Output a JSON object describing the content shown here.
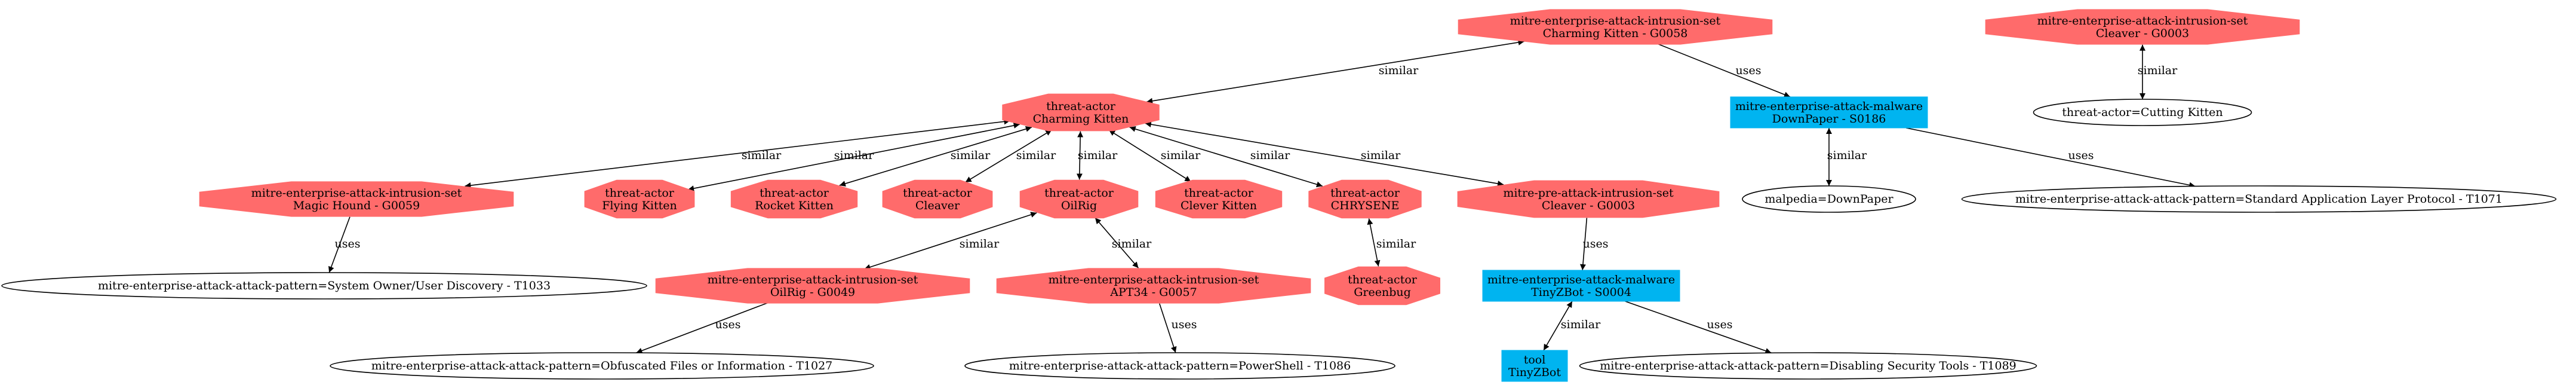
{
  "graph": {
    "nodes": [
      {
        "id": "n_ck_g0058",
        "shape": "octagon",
        "line1": "mitre-enterprise-attack-intrusion-set",
        "line2": "Charming Kitten - G0058"
      },
      {
        "id": "n_cleaver_g0003a",
        "shape": "octagon",
        "line1": "mitre-enterprise-attack-intrusion-set",
        "line2": "Cleaver - G0003"
      },
      {
        "id": "n_ta_charming",
        "shape": "octagon",
        "line1": "threat-actor",
        "line2": "Charming Kitten"
      },
      {
        "id": "n_downpaper",
        "shape": "box",
        "line1": "mitre-enterprise-attack-malware",
        "line2": "DownPaper - S0186"
      },
      {
        "id": "n_cutting",
        "shape": "ellipse",
        "line1": "threat-actor=Cutting Kitten",
        "line2": ""
      },
      {
        "id": "n_magic",
        "shape": "octagon",
        "line1": "mitre-enterprise-attack-intrusion-set",
        "line2": "Magic Hound - G0059"
      },
      {
        "id": "n_flying",
        "shape": "octagon",
        "line1": "threat-actor",
        "line2": "Flying Kitten"
      },
      {
        "id": "n_rocket",
        "shape": "octagon",
        "line1": "threat-actor",
        "line2": "Rocket Kitten"
      },
      {
        "id": "n_cleaver_ta",
        "shape": "octagon",
        "line1": "threat-actor",
        "line2": "Cleaver"
      },
      {
        "id": "n_oilrig_ta",
        "shape": "octagon",
        "line1": "threat-actor",
        "line2": "OilRig"
      },
      {
        "id": "n_clever",
        "shape": "octagon",
        "line1": "threat-actor",
        "line2": "Clever Kitten"
      },
      {
        "id": "n_chrysene",
        "shape": "octagon",
        "line1": "threat-actor",
        "line2": "CHRYSENE"
      },
      {
        "id": "n_pre_cleaver",
        "shape": "octagon",
        "line1": "mitre-pre-attack-intrusion-set",
        "line2": "Cleaver - G0003"
      },
      {
        "id": "n_malpedia",
        "shape": "ellipse",
        "line1": "malpedia=DownPaper",
        "line2": ""
      },
      {
        "id": "n_t1071",
        "shape": "ellipse",
        "line1": "mitre-enterprise-attack-attack-pattern=Standard Application Layer Protocol - T1071",
        "line2": ""
      },
      {
        "id": "n_t1033",
        "shape": "ellipse",
        "line1": "mitre-enterprise-attack-attack-pattern=System Owner/User Discovery - T1033",
        "line2": ""
      },
      {
        "id": "n_oilrig_g0049",
        "shape": "octagon",
        "line1": "mitre-enterprise-attack-intrusion-set",
        "line2": "OilRig - G0049"
      },
      {
        "id": "n_apt34",
        "shape": "octagon",
        "line1": "mitre-enterprise-attack-intrusion-set",
        "line2": "APT34 - G0057"
      },
      {
        "id": "n_greenbug",
        "shape": "octagon",
        "line1": "threat-actor",
        "line2": "Greenbug"
      },
      {
        "id": "n_tinyzbot_mal",
        "shape": "box",
        "line1": "mitre-enterprise-attack-malware",
        "line2": "TinyZBot - S0004"
      },
      {
        "id": "n_t1027",
        "shape": "ellipse",
        "line1": "mitre-enterprise-attack-attack-pattern=Obfuscated Files or Information - T1027",
        "line2": ""
      },
      {
        "id": "n_t1086",
        "shape": "ellipse",
        "line1": "mitre-enterprise-attack-attack-pattern=PowerShell - T1086",
        "line2": ""
      },
      {
        "id": "n_tool_tinyzbot",
        "shape": "box",
        "line1": "tool",
        "line2": "TinyZBot"
      },
      {
        "id": "n_t1089",
        "shape": "ellipse",
        "line1": "mitre-enterprise-attack-attack-pattern=Disabling Security Tools - T1089",
        "line2": ""
      }
    ],
    "edges": [
      {
        "from": "n_ck_g0058",
        "to": "n_ta_charming",
        "label": "similar",
        "both": true
      },
      {
        "from": "n_ck_g0058",
        "to": "n_downpaper",
        "label": "uses",
        "both": false
      },
      {
        "from": "n_cleaver_g0003a",
        "to": "n_cutting",
        "label": "similar",
        "both": true
      },
      {
        "from": "n_ta_charming",
        "to": "n_magic",
        "label": "similar",
        "both": true
      },
      {
        "from": "n_ta_charming",
        "to": "n_flying",
        "label": "similar",
        "both": true
      },
      {
        "from": "n_ta_charming",
        "to": "n_rocket",
        "label": "similar",
        "both": true
      },
      {
        "from": "n_ta_charming",
        "to": "n_cleaver_ta",
        "label": "similar",
        "both": true
      },
      {
        "from": "n_ta_charming",
        "to": "n_oilrig_ta",
        "label": "similar",
        "both": true
      },
      {
        "from": "n_ta_charming",
        "to": "n_clever",
        "label": "similar",
        "both": true
      },
      {
        "from": "n_ta_charming",
        "to": "n_chrysene",
        "label": "similar",
        "both": true
      },
      {
        "from": "n_ta_charming",
        "to": "n_pre_cleaver",
        "label": "similar",
        "both": true
      },
      {
        "from": "n_downpaper",
        "to": "n_malpedia",
        "label": "similar",
        "both": true
      },
      {
        "from": "n_downpaper",
        "to": "n_t1071",
        "label": "uses",
        "both": false
      },
      {
        "from": "n_magic",
        "to": "n_t1033",
        "label": "uses",
        "both": false
      },
      {
        "from": "n_oilrig_ta",
        "to": "n_oilrig_g0049",
        "label": "similar",
        "both": true
      },
      {
        "from": "n_oilrig_ta",
        "to": "n_apt34",
        "label": "similar",
        "both": true
      },
      {
        "from": "n_chrysene",
        "to": "n_greenbug",
        "label": "similar",
        "both": true
      },
      {
        "from": "n_pre_cleaver",
        "to": "n_tinyzbot_mal",
        "label": "uses",
        "both": false
      },
      {
        "from": "n_oilrig_g0049",
        "to": "n_t1027",
        "label": "uses",
        "both": false
      },
      {
        "from": "n_apt34",
        "to": "n_t1086",
        "label": "uses",
        "both": false
      },
      {
        "from": "n_tinyzbot_mal",
        "to": "n_tool_tinyzbot",
        "label": "similar",
        "both": true
      },
      {
        "from": "n_tinyzbot_mal",
        "to": "n_t1089",
        "label": "uses",
        "both": false
      }
    ]
  }
}
